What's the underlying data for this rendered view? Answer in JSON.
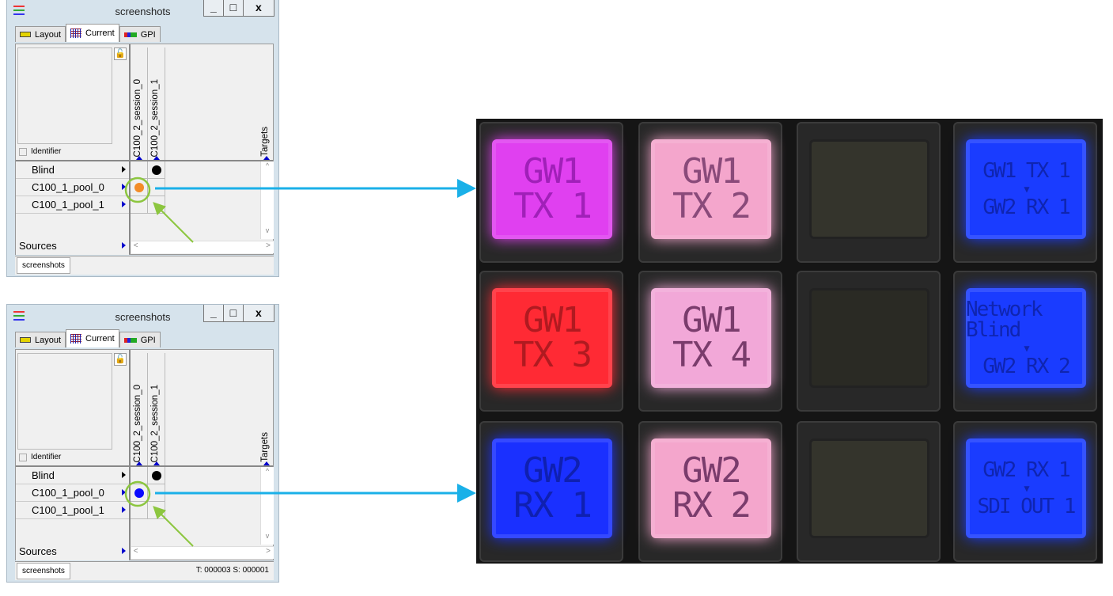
{
  "windows": [
    {
      "title": "screenshots",
      "controls": [
        "_",
        "□",
        "x"
      ],
      "tabs": [
        "Layout",
        "Current",
        "GPI"
      ],
      "identifier": "Identifier",
      "columns": [
        "C100_2_session_0",
        "C100_2_session_1"
      ],
      "targets": "Targets",
      "rows": [
        "Blind",
        "C100_1_pool_0",
        "C100_1_pool_1"
      ],
      "sources": "Sources",
      "status_tab": "screenshots",
      "status_info": "",
      "dots": [
        {
          "row": 0,
          "col": 1,
          "color": "#000000"
        },
        {
          "row": 1,
          "col": 0,
          "color": "#f28c28"
        }
      ]
    },
    {
      "title": "screenshots",
      "controls": [
        "_",
        "□",
        "x"
      ],
      "tabs": [
        "Layout",
        "Current",
        "GPI"
      ],
      "identifier": "Identifier",
      "columns": [
        "C100_2_session_0",
        "C100_2_session_1"
      ],
      "targets": "Targets",
      "rows": [
        "Blind",
        "C100_1_pool_0",
        "C100_1_pool_1"
      ],
      "sources": "Sources",
      "status_tab": "screenshots",
      "status_info": "T: 000003   S: 000001",
      "dots": [
        {
          "row": 0,
          "col": 1,
          "color": "#000000"
        },
        {
          "row": 1,
          "col": 0,
          "color": "#0a0aff"
        }
      ]
    }
  ],
  "panel": {
    "keys": [
      {
        "color": "#e040f0",
        "text": "#a020b8",
        "style": "big",
        "lines": [
          "GW1",
          "TX 1"
        ]
      },
      {
        "color": "#f4a6cc",
        "text": "#8a4a7a",
        "style": "big",
        "lines": [
          "GW1",
          "TX 2"
        ]
      },
      {
        "color": "#34342c",
        "text": "#34342c",
        "style": "big",
        "lines": []
      },
      {
        "color": "#1a3cff",
        "text": "#0f25b0",
        "style": "small",
        "lines": [
          "GW1 TX 1",
          "▼",
          "GW2 RX 1"
        ]
      },
      {
        "color": "#ff2a34",
        "text": "#b01a20",
        "style": "big",
        "lines": [
          "GW1",
          "TX 3"
        ]
      },
      {
        "color": "#f2a8d8",
        "text": "#7a3c6c",
        "style": "big",
        "lines": [
          "GW1",
          "TX 4"
        ]
      },
      {
        "color": "#2a2a24",
        "text": "#2a2a24",
        "style": "big",
        "lines": []
      },
      {
        "color": "#1a3cff",
        "text": "#0f25b0",
        "style": "small",
        "lines": [
          "Network Blind",
          "▼",
          "GW2 RX 2"
        ]
      },
      {
        "color": "#1a30ff",
        "text": "#0f20b0",
        "style": "big",
        "lines": [
          "GW2",
          "RX 1"
        ]
      },
      {
        "color": "#f4a6cc",
        "text": "#7a3c6c",
        "style": "big",
        "lines": [
          "GW2",
          "RX 2"
        ]
      },
      {
        "color": "#34342c",
        "text": "#34342c",
        "style": "big",
        "lines": []
      },
      {
        "color": "#1a3cff",
        "text": "#0f25b0",
        "style": "small",
        "lines": [
          "GW2 RX 1",
          "▼",
          "SDI OUT 1"
        ]
      }
    ]
  },
  "colors": {
    "arrow": "#1ab0e8",
    "highlight": "#8cc63f"
  }
}
